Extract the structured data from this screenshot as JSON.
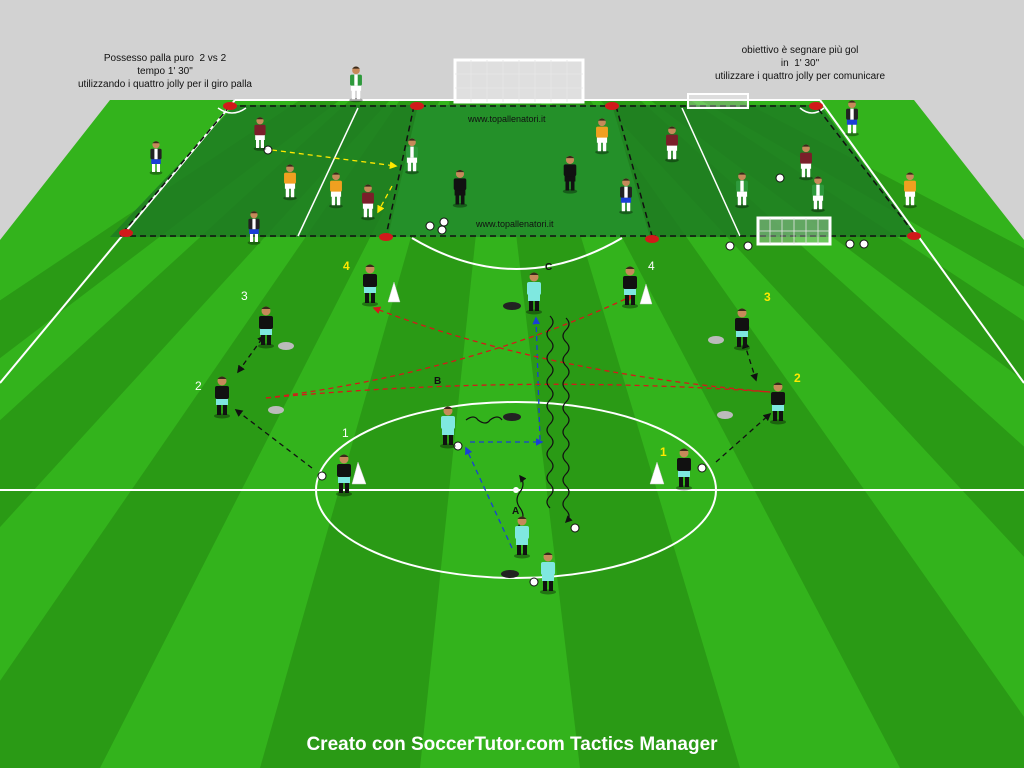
{
  "notes": {
    "left": "Possesso palla puro  2 vs 2\ntempo 1' 30\"\nutilizzando i quattro jolly per il giro palla",
    "right": "obiettivo è segnare più gol\nin  1' 30\"\nutilizzare i quattro jolly per comunicare"
  },
  "watermark": "www.topallenatori.it",
  "footer": "Creato con SoccerTutor.com Tactics Manager",
  "labels": {
    "n1": "1",
    "n2": "2",
    "n3": "3",
    "n4": "4",
    "a": "A",
    "b": "B",
    "c": "C"
  },
  "colors": {
    "grass_light": "#33b31c",
    "grass_dark": "#2a9a15",
    "upper_zone": "#1f7d22",
    "central_zone": "#25912a",
    "background": "#d2d2d2",
    "lines": "#ffffff",
    "arrow_black": "#111111",
    "arrow_blue": "#1a3fd6",
    "arrow_red": "#d41a1a",
    "arrow_yellow": "#ffe800",
    "kit_cyan": "#7fe8e0",
    "kit_black": "#111111",
    "kit_maroon": "#7a1f2a",
    "kit_orange": "#f0a020",
    "kit_green_white": "#2e9a3c",
    "kit_stripes": "#ffffff",
    "cone_red": "#d11a1a",
    "cone_white": "#ffffff"
  }
}
